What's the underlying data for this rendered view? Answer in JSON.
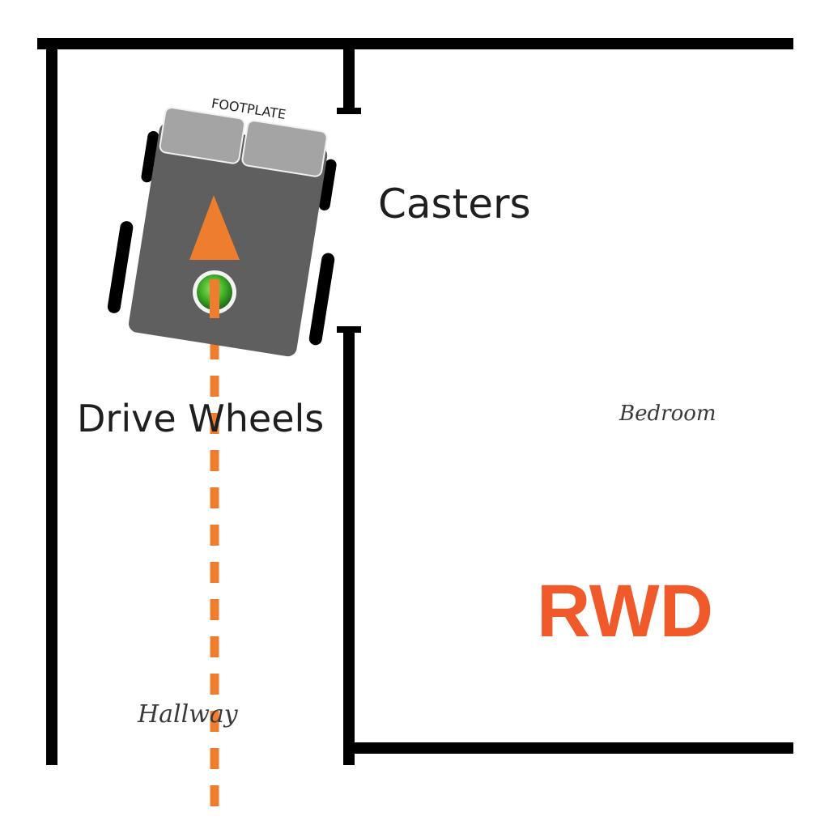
{
  "labels": {
    "footplate": "FOOTPLATE",
    "casters": "Casters",
    "drive_wheels": "Drive Wheels",
    "bedroom": "Bedroom",
    "hallway": "Hallway",
    "drive_type": "RWD"
  },
  "colors": {
    "wall": "#000000",
    "chair_body": "#5f5f5f",
    "footplate": "#a4a4a4",
    "wheel": "#000000",
    "direction_arrow": "#ee7d2d",
    "path_line": "#ee7d2d",
    "pivot_marker": "#44b22a",
    "drive_type_text": "#f0592a"
  },
  "icons": {
    "direction": "arrow-up-icon",
    "pivot": "pivot-point-icon"
  }
}
